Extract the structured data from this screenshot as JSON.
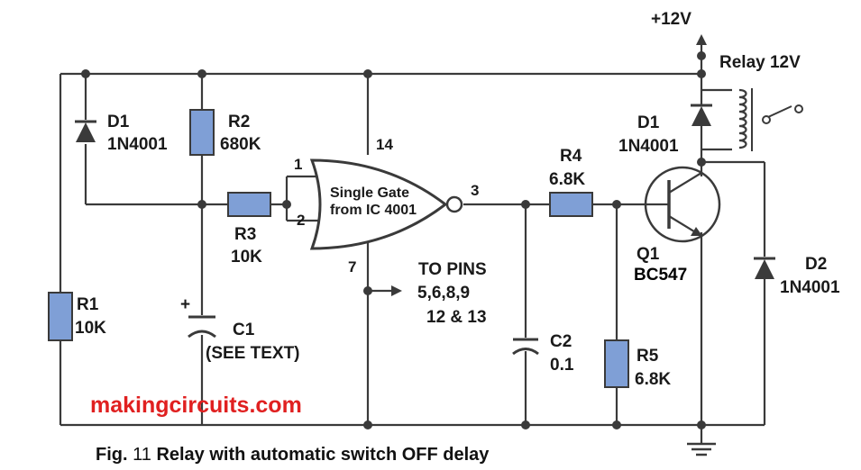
{
  "supply": {
    "label": "+12V"
  },
  "relay": {
    "label": "Relay 12V"
  },
  "components": {
    "d1_left": {
      "name": "D1",
      "value": "1N4001"
    },
    "r2": {
      "name": "R2",
      "value": "680K"
    },
    "r3": {
      "name": "R3",
      "value": "10K"
    },
    "r1": {
      "name": "R1",
      "value": "10K"
    },
    "c1": {
      "name": "C1",
      "value": "(SEE TEXT)",
      "polarity": "+"
    },
    "r4": {
      "name": "R4",
      "value": "6.8K"
    },
    "c2": {
      "name": "C2",
      "value": "0.1"
    },
    "r5": {
      "name": "R5",
      "value": "6.8K"
    },
    "d1_right": {
      "name": "D1",
      "value": "1N4001"
    },
    "q1": {
      "name": "Q1",
      "value": "BC547"
    },
    "d2": {
      "name": "D2",
      "value": "1N4001"
    }
  },
  "gate": {
    "line1": "Single Gate",
    "line2": "from IC 4001",
    "pins": {
      "in1": "1",
      "in2": "2",
      "out": "3",
      "vdd": "14",
      "gnd": "7"
    }
  },
  "to_pins": {
    "line1": "TO PINS",
    "line2": "5,6,8,9",
    "line3": "12 & 13"
  },
  "watermark": "makingcircuits.com",
  "caption": {
    "prefix": "Fig.",
    "number": "11",
    "text": "Relay with automatic switch OFF delay"
  }
}
